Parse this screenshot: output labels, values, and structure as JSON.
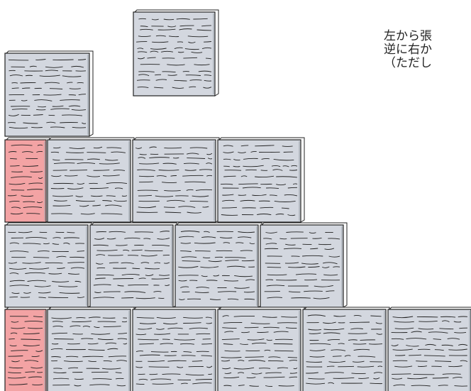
{
  "note": {
    "line1": "左から張",
    "line2": "逆に右か",
    "line3": "（ただし"
  },
  "tile_colors": {
    "stone": "#d3d7df",
    "cut": "#f3a3a4",
    "outline": "#222222",
    "shadow": "#9aa0aa"
  }
}
